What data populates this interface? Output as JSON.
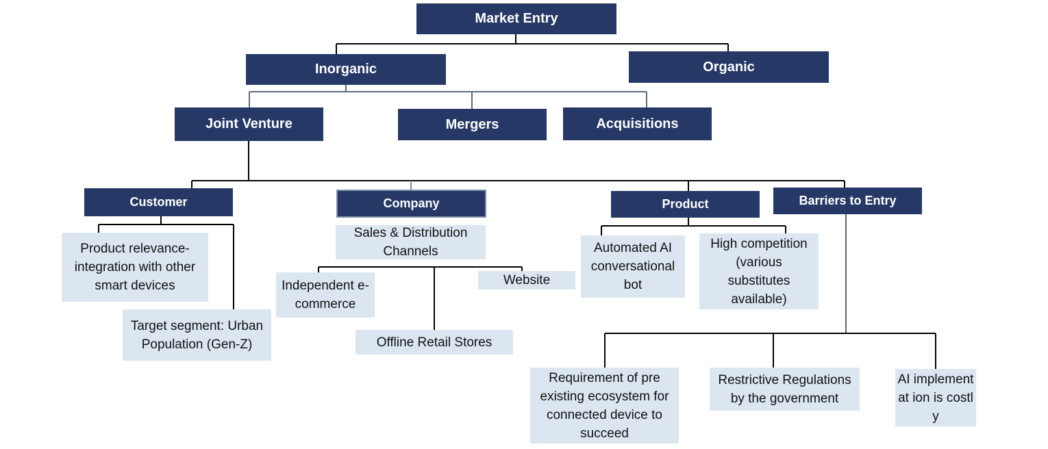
{
  "root": "Market Entry",
  "level1": {
    "inorganic": "Inorganic",
    "organic": "Organic"
  },
  "level2": {
    "joint_venture": "Joint Venture",
    "mergers": "Mergers",
    "acquisitions": "Acquisitions"
  },
  "level3": {
    "customer": "Customer",
    "company": "Company",
    "product": "Product",
    "barriers": "Barriers to Entry"
  },
  "customer": {
    "relevance": "Product relevance- integration with other smart devices",
    "target": "Target  segment: Urban Population (Gen-Z)"
  },
  "company": {
    "channels": "Sales & Distribution Channels",
    "ecommerce": "Independent e-commerce",
    "offline": "Offline Retail Stores",
    "website": "Website"
  },
  "product": {
    "bot": "Automated AI conversational bot",
    "competition": "High competition (various substitutes available)"
  },
  "barriers": {
    "ecosystem": "Requirement of pre existing ecosystem for connected device to succeed",
    "regulations": "Restrictive Regulations by the government",
    "ai_cost": "AI implementat ion is costly"
  },
  "colors": {
    "dark": "#263866",
    "light": "#dce6f1",
    "line": "#000000",
    "line_gray": "#5a6a7e"
  }
}
